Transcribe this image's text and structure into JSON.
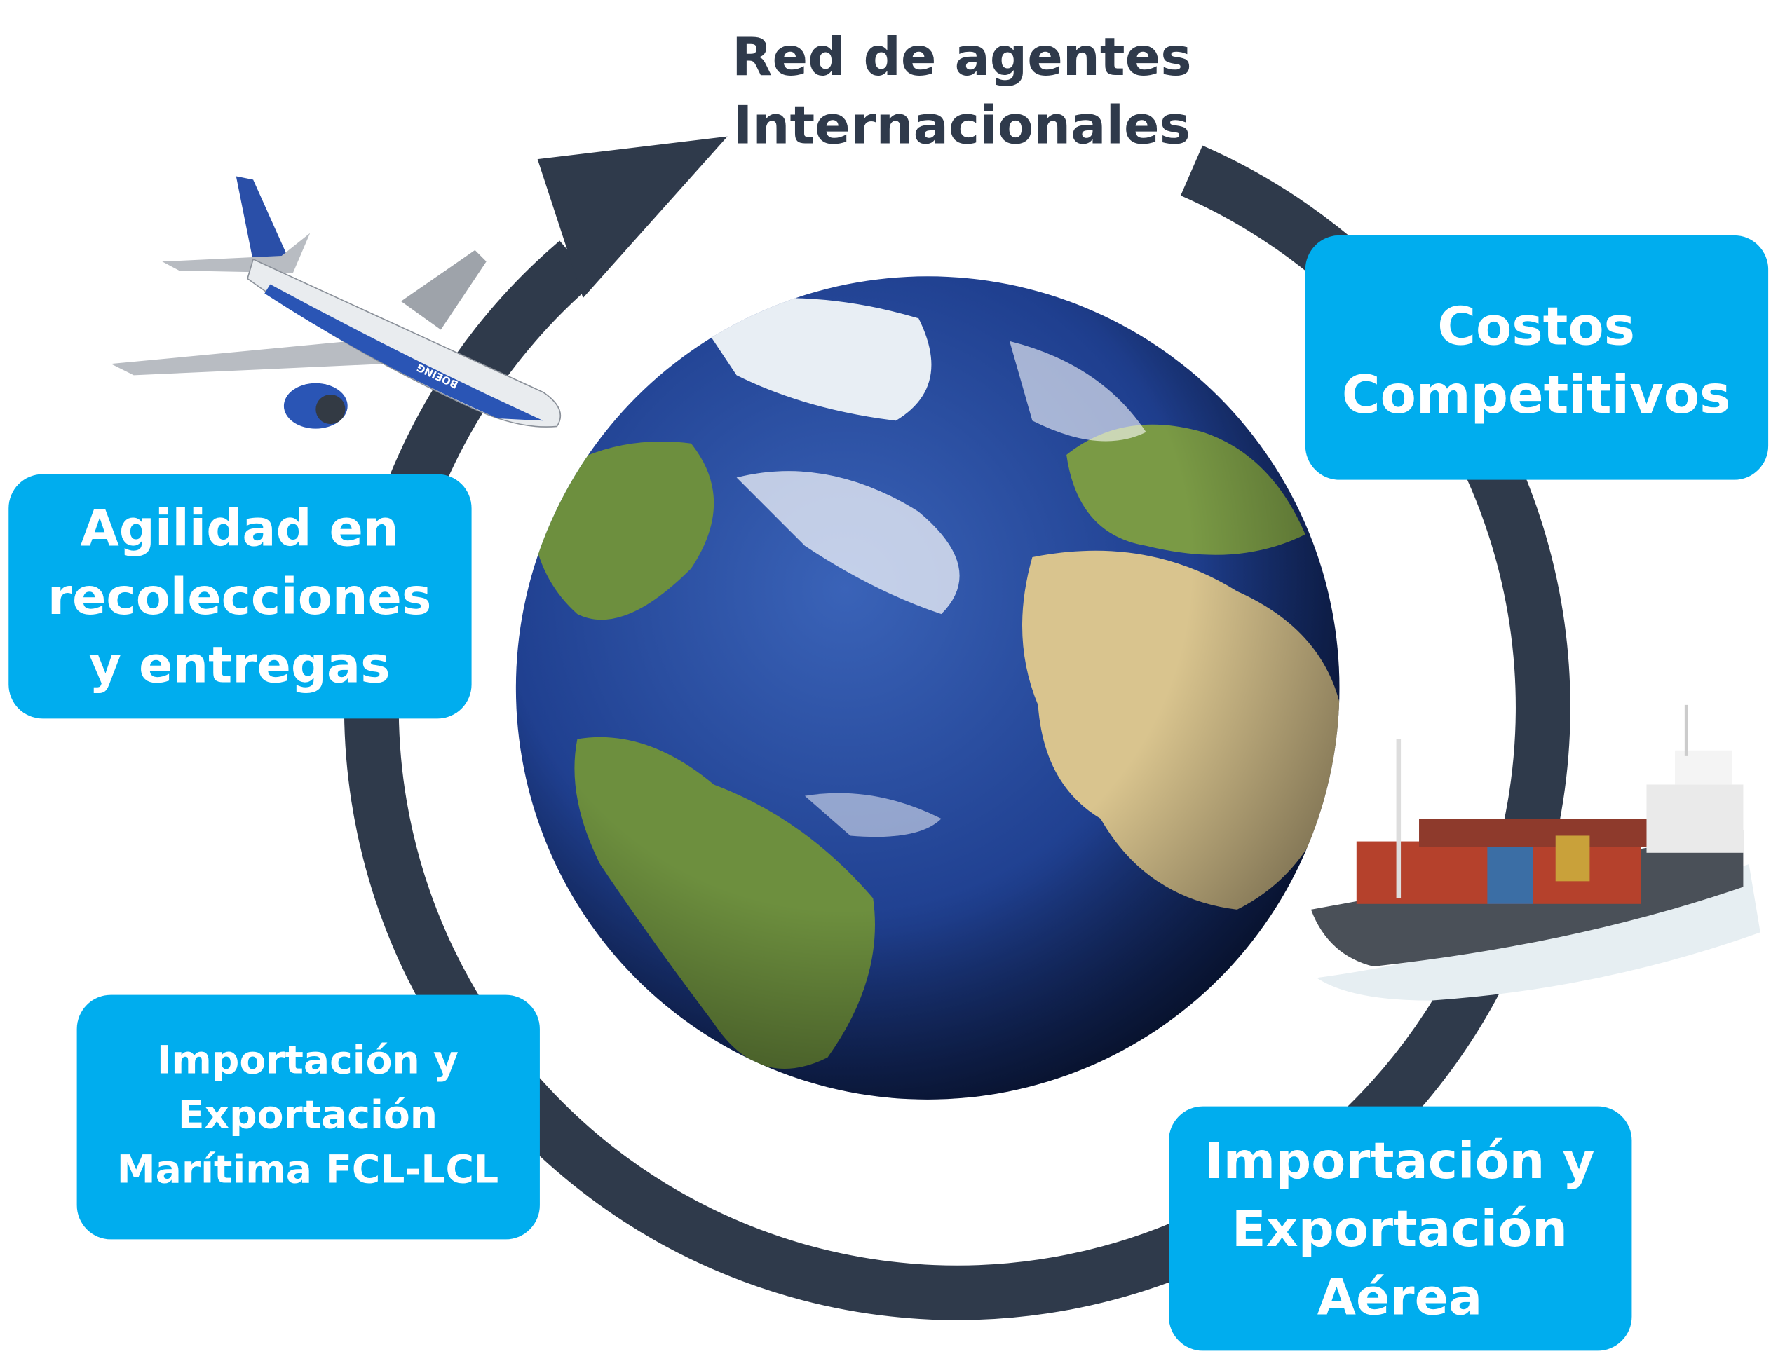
{
  "title": {
    "line1": "Red de agentes",
    "line2": "Internacionales"
  },
  "boxes": {
    "costos": {
      "line1": "Costos",
      "line2": "Competitivos"
    },
    "agilidad": {
      "line1": "Agilidad en",
      "line2": "recolecciones",
      "line3": "y entregas"
    },
    "maritima": {
      "line1": "Importación y",
      "line2": "Exportación",
      "line3": "Marítima FCL-LCL"
    },
    "aerea": {
      "line1": "Importación y",
      "line2": "Exportación",
      "line3": "Aérea"
    }
  },
  "plane_brand": "BOEING",
  "colors": {
    "box": "#00adee",
    "ring": "#2f3a4b",
    "ocean": "#1f3f8f",
    "land": "#7a9a45",
    "desert": "#d9c48e"
  }
}
